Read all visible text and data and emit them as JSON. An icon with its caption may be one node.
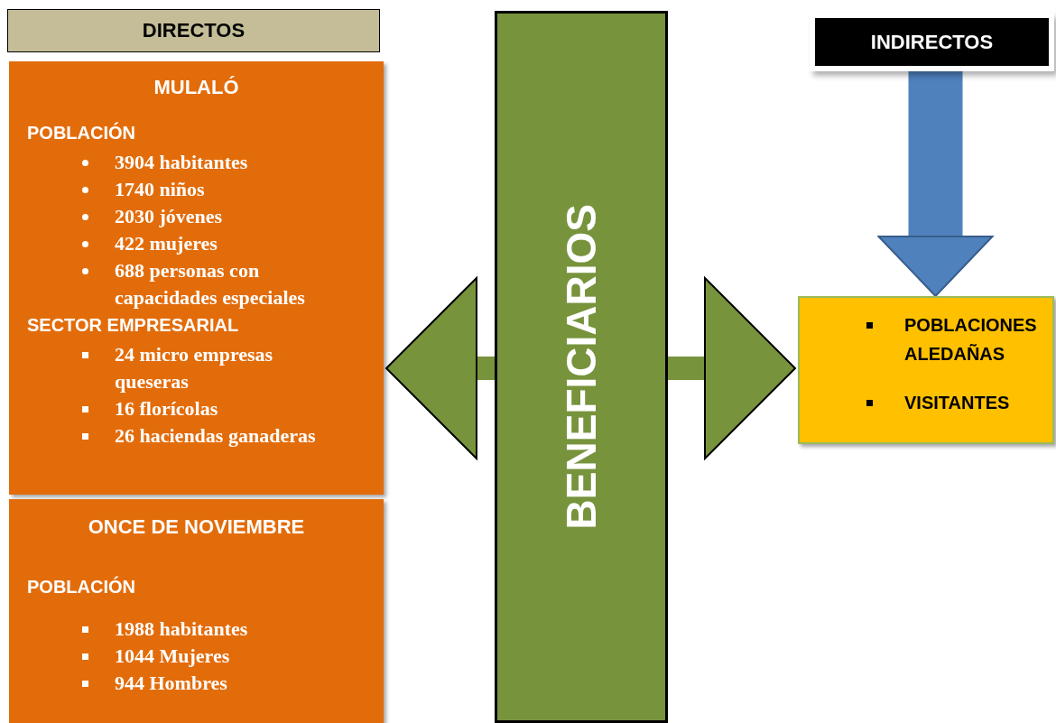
{
  "diagram": {
    "nodes": [
      {
        "text": [
          "DIRECTOS"
        ]
      },
      {
        "text": [
          "MULALÓ",
          "POBLACIÓN",
          "3904 habitantes",
          "1740 niños",
          "2030 jóvenes",
          "422 mujeres",
          "688 personas con capacidades especiales",
          "SECTOR EMPRESARIAL",
          "24 micro empresas queseras",
          "16 florícolas",
          "26 haciendas ganaderas"
        ]
      },
      {
        "text": [
          "ONCE DE NOVIEMBRE",
          "POBLACIÓN",
          "1988 habitantes",
          "1044 Mujeres",
          "944 Hombres"
        ]
      },
      {
        "text": [
          "BENEFICIARIOS"
        ]
      },
      {
        "text": [
          "INDIRECTOS"
        ]
      },
      {
        "text": [
          "POBLACIONES ALEDAÑAS",
          "VISITANTES"
        ]
      }
    ],
    "edges": [
      {
        "from": 3,
        "to": 1,
        "arrow": "to"
      },
      {
        "from": 3,
        "to": 5,
        "arrow": "to"
      },
      {
        "from": 4,
        "to": 5,
        "arrow": "to",
        "style": "thick",
        "color": "#4f81bd"
      }
    ]
  }
}
